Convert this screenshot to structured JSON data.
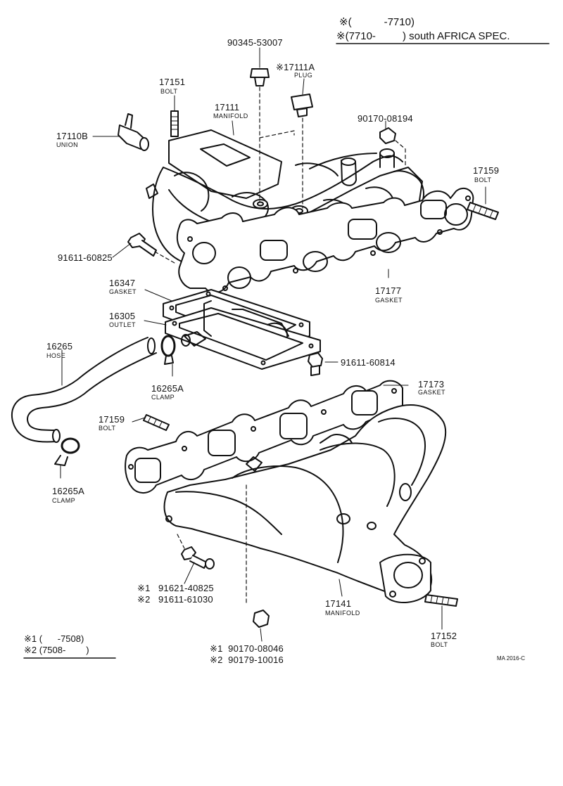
{
  "header": {
    "line1_mark": "※(",
    "line1_range": "-7710)",
    "line2_mark": "※(7710-",
    "line2_text": ") south AFRICA SPEC."
  },
  "parts": {
    "p90345": {
      "number": "90345-53007"
    },
    "p17111A": {
      "number": "※17111A",
      "name": "PLUG"
    },
    "p17151": {
      "number": "17151",
      "name": "BOLT"
    },
    "p17111": {
      "number": "17111",
      "name": "MANIFOLD"
    },
    "p17110B": {
      "number": "17110B",
      "name": "UNION"
    },
    "p90170a": {
      "number": "90170-08194"
    },
    "p17159a": {
      "number": "17159",
      "name": "BOLT"
    },
    "p91611a": {
      "number": "91611-60825"
    },
    "p16347": {
      "number": "16347",
      "name": "GASKET"
    },
    "p16305": {
      "number": "16305",
      "name": "OUTLET"
    },
    "p17177": {
      "number": "17177",
      "name": "GASKET"
    },
    "p16265": {
      "number": "16265",
      "name": "HOSE"
    },
    "p91611b": {
      "number": "91611-60814"
    },
    "p16265Aa": {
      "number": "16265A",
      "name": "CLAMP"
    },
    "p17173": {
      "number": "17173",
      "name": "GASKET"
    },
    "p17159b": {
      "number": "17159",
      "name": "BOLT"
    },
    "p16265Ab": {
      "number": "16265A",
      "name": "CLAMP"
    },
    "p91621": {
      "mark1": "※1",
      "number1": "91621-40825",
      "mark2": "※2",
      "number2": "91611-61030"
    },
    "p17141": {
      "number": "17141",
      "name": "MANIFOLD"
    },
    "p17152": {
      "number": "17152",
      "name": "BOLT"
    },
    "p90170b": {
      "mark1": "※1",
      "number1": "90170-08046",
      "mark2": "※2",
      "number2": "90179-10016"
    }
  },
  "footnote": {
    "line1": "※1 (      -7508)",
    "line2": "※2 (7508-        )"
  },
  "ref_code": "MA 2016-C"
}
